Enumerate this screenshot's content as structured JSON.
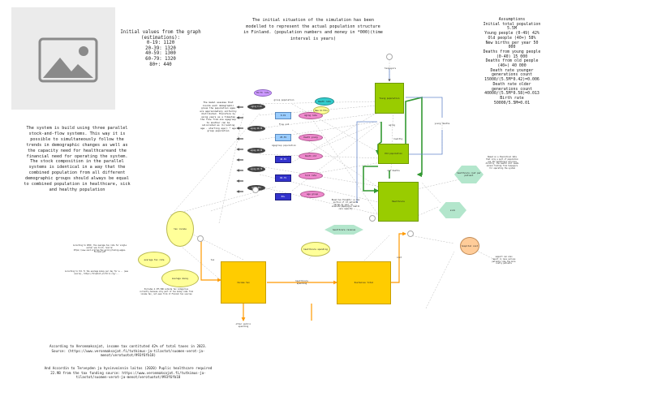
{
  "image_placeholder": {
    "icon": "image-placeholder-icon"
  },
  "initial_values": {
    "lines": [
      "Initial values from the graph",
      "(estimations):",
      "0-19: 1120",
      "20-39: 1320",
      "40-59: 1300",
      "60-79: 1320",
      "80+: 440"
    ]
  },
  "intro_text": "The initial situation of the simulation has been modelled to represent the actual population structure in Finland. (population numbers and money in *000)(time interval is years)",
  "assumptions": {
    "lines": [
      "Assumptions",
      "Initial total population",
      "5.5M",
      "Young people (0-49) 42%",
      "Old people (40+) 58%",
      "New births per year 50",
      "000",
      "Deaths from young people",
      "(0-40) 15 000",
      "Deaths from old people",
      "(40+) 40 000",
      "Death rate younger",
      "generations count",
      "15000/(5.5M*0.42)=0.006",
      "Death rate older",
      "generations count",
      "40000/(5.5M*0.58)=0.013",
      "Birth rate",
      "50000/5.5M=0.01"
    ]
  },
  "system_description": "The system is build using three parallel stock-and-flow systems. This way it is possible to simultaneously follow the trends in demographic changes as well as the capacity need for healthcareand the financial need for operating the system. The stock composition in the parallel systems is identical in a way that the combined population from all different demographic groups should always be equal to combined population in healthcare, sick and healthy population",
  "model_note": "The model assumes that inside each demographic group the population ages are approximately uniformly distributed. Therefore by using years as a timestep the flow from one agegroup to another can be calculated as (1/(ending age - starting age)) * age group population",
  "oecd_note": "According to OECD, the average tax rate for single worker was 31.1%. Source: https://www.oecd.org/tax/tax-policy/taxing-wages-finland.pdf",
  "hospital_note": "According to thl.fi the average money per day for a... (see source), https://tilastot.profiili.org/...",
  "kustannus_note": "Excludes 4 275 EUR outside tax categories currently because only part of tax money come from income tax, not even from it Finnish tax sources",
  "healthcare_note": "Based on a theoretical data that only a part of population use the healthcare services directly, the health unit needs annual funding from taxpayers for operating the system",
  "sick_flow_note": "Based two thoughts: a) the portion of ill patients varies by year, b) ... simulate population health care capacity",
  "support_note": "support can also result in less serious patients like the more costly patients",
  "vero_note": "According to Veronmaksajat, income tax contituted 42% of total taxes in 2023. Source: (https://www.veronmaksajat.fi/tutkimus-ja-tilastot/suomen-verot-ja-menot/verotuotot/#93f6fb18)",
  "terveyden_note": "And Accordin to Terveyden ja hyvinvoinnin laitos (2020) Puplic healthcare required 22.9B from the tax funding source: https://www.veronmaksajat.fi/tutkimus-ja-tilastot/suomen-verot-ja-menot/verotuotot/#93f6fb18",
  "nodes": {
    "young_population": "Young population",
    "old_population": "Old population",
    "healthcare": "Healthcare",
    "taxpayers": "taxpayers",
    "kustannus": "Kustannus total",
    "births": "New births",
    "deaths": "Death rate",
    "birth_rate": "Birth rate",
    "aging": "Aging rate",
    "death_young": "Death young",
    "death_old": "Death old",
    "sick_rate": "Sick rate",
    "tax_income": "tax income",
    "hospital_cost": "hospital cost",
    "healthcare_cost": "healthcare cost per patient",
    "healthcare_revenue": "healthcare revenue",
    "avg_tax": "average Tax rate",
    "avg_money": "average money",
    "income_tax": "Income tax",
    "young_deaths_flow": "young deaths",
    "aging_flow": "aging",
    "old_deaths_flow": "old deaths",
    "sick_flow": "sick",
    "healthy_flow": "healthy",
    "tax_flow": "tax",
    "cost_flow": "cost",
    "other_public": "other public spending",
    "healthcare_spending": "healthcare spending",
    "group_population": "group population",
    "age_group": "age group",
    "flow_out": "flow out",
    "agegroup_population": "Agegroup population"
  },
  "age_groups": [
    {
      "stock": "0-19",
      "rate": "aging 0-19"
    },
    {
      "stock": "20-39",
      "rate": "aging 20-39"
    },
    {
      "stock": "40-59",
      "rate": "aging 40-59"
    },
    {
      "stock": "60-79",
      "rate": "aging 60-79"
    },
    {
      "stock": "80+",
      "rate": "aging 80+"
    }
  ],
  "colors": {
    "green_stock": "#99cc00",
    "yellow_stock": "#ffcc00",
    "orange_wire": "#ff9900",
    "green_wire": "#339933",
    "blue_wire": "#6688cc"
  }
}
